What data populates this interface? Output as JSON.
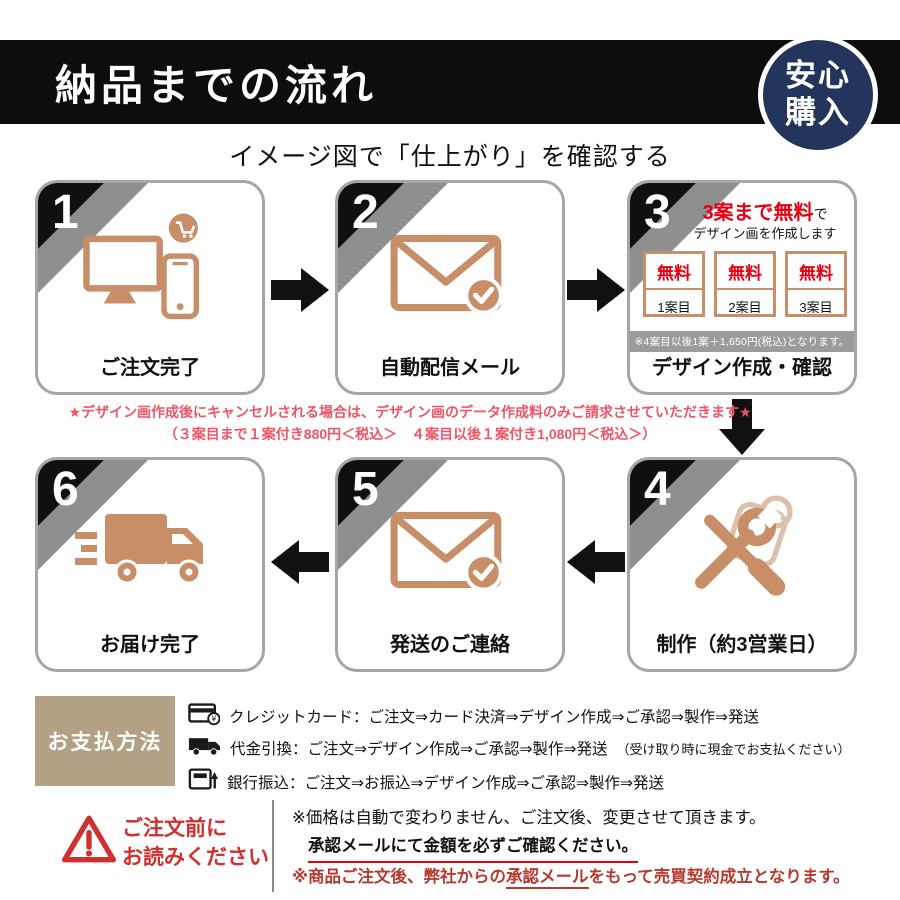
{
  "colors": {
    "header_bg": "#0d0d0d",
    "badge_navy": "#23355c",
    "icon_tan": "#c78e68",
    "price_red": "#e60012",
    "cancel_pink": "#ee5566",
    "notice_red": "#b5392e",
    "payment_label_bg": "#b2a184"
  },
  "header": {
    "title": "納品までの流れ",
    "badge": {
      "line1": "安心",
      "line2": "購入"
    }
  },
  "subtitle": "イメージ図で「仕上がり」を確認する",
  "steps": [
    {
      "number": "1",
      "label": "ご注文完了"
    },
    {
      "number": "2",
      "label": "自動配信メール"
    },
    {
      "number": "3",
      "label": "デザイン作成・確認",
      "free_em": "3案まで無料",
      "free_tail": "で",
      "free_sub": "デザイン画を作成します",
      "plans": [
        {
          "free": "無料",
          "name": "1案目"
        },
        {
          "free": "無料",
          "name": "2案目"
        },
        {
          "free": "無料",
          "name": "3案目"
        }
      ],
      "note": "※4案目以後1案＋1,650円(税込)となります。"
    },
    {
      "number": "4",
      "label": "制作（約3営業日）"
    },
    {
      "number": "5",
      "label": "発送のご連絡"
    },
    {
      "number": "6",
      "label": "お届け完了"
    }
  ],
  "cancel_notice": {
    "line1": "★デザイン画作成後にキャンセルされる場合は、デザイン画のデータ作成料のみご請求させていただきます★",
    "line2": "（３案目まで１案付き880円＜税込＞　４案目以後１案付き1,080円＜税込＞）"
  },
  "payment": {
    "label": "お支払方法",
    "rows": [
      {
        "text": "クレジットカード：ご注文⇒カード決済⇒デザイン作成⇒ご承認⇒製作⇒発送",
        "note": ""
      },
      {
        "text": "代金引換：ご注文⇒デザイン作成⇒ご承認⇒製作⇒発送",
        "note": "（受け取り時に現金でお支払ください）"
      },
      {
        "text": "銀行振込：ご注文⇒お振込⇒デザイン作成⇒ご承認⇒製作⇒発送",
        "note": ""
      }
    ]
  },
  "notice": {
    "label_line1": "ご注文前に",
    "label_line2": "お読みください",
    "line1": "※価格は自動で変わりません、ご注文後、変更させて頂きます。",
    "line2": "承認メールにて金額を必ずご確認ください。",
    "line3_pre": "※商品ご注文後、弊社からの",
    "line3_em": "承認メール",
    "line3_post": "をもって売買契約成立となります。"
  }
}
